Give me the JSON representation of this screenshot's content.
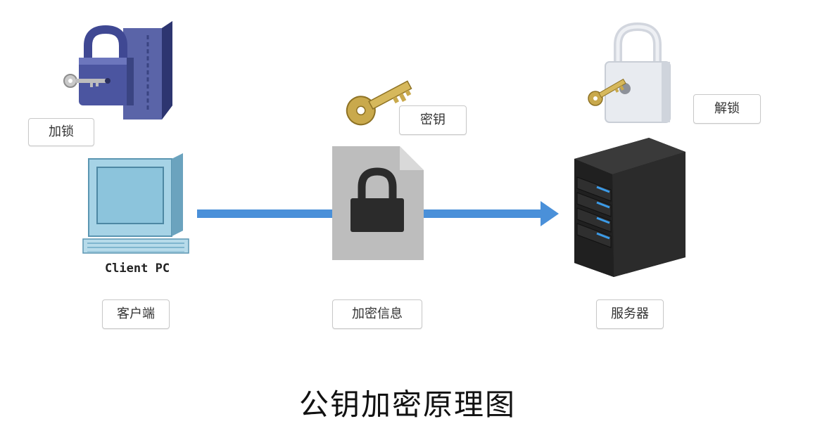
{
  "diagram": {
    "title": "公钥加密原理图",
    "labels": {
      "lock": "加锁",
      "key": "密钥",
      "unlock": "解锁",
      "client": "客户端",
      "encrypted": "加密信息",
      "server": "服务器",
      "client_pc": "Client PC"
    },
    "icons": {
      "lock_icon": "padlock-with-key-blue",
      "key_icon": "gold-key",
      "unlock_icon": "padlock-with-key-white",
      "computer_icon": "desktop-computer",
      "document_icon": "locked-document",
      "server_icon": "server-tower",
      "arrow": "flow-arrow"
    },
    "colors": {
      "arrow": "#4a90d9",
      "lock_blue": "#4b55a0",
      "key_gold": "#c9a94c",
      "server_dark": "#2b2b2b",
      "server_led": "#3b9be8",
      "document_gray": "#bdbdbd"
    }
  }
}
